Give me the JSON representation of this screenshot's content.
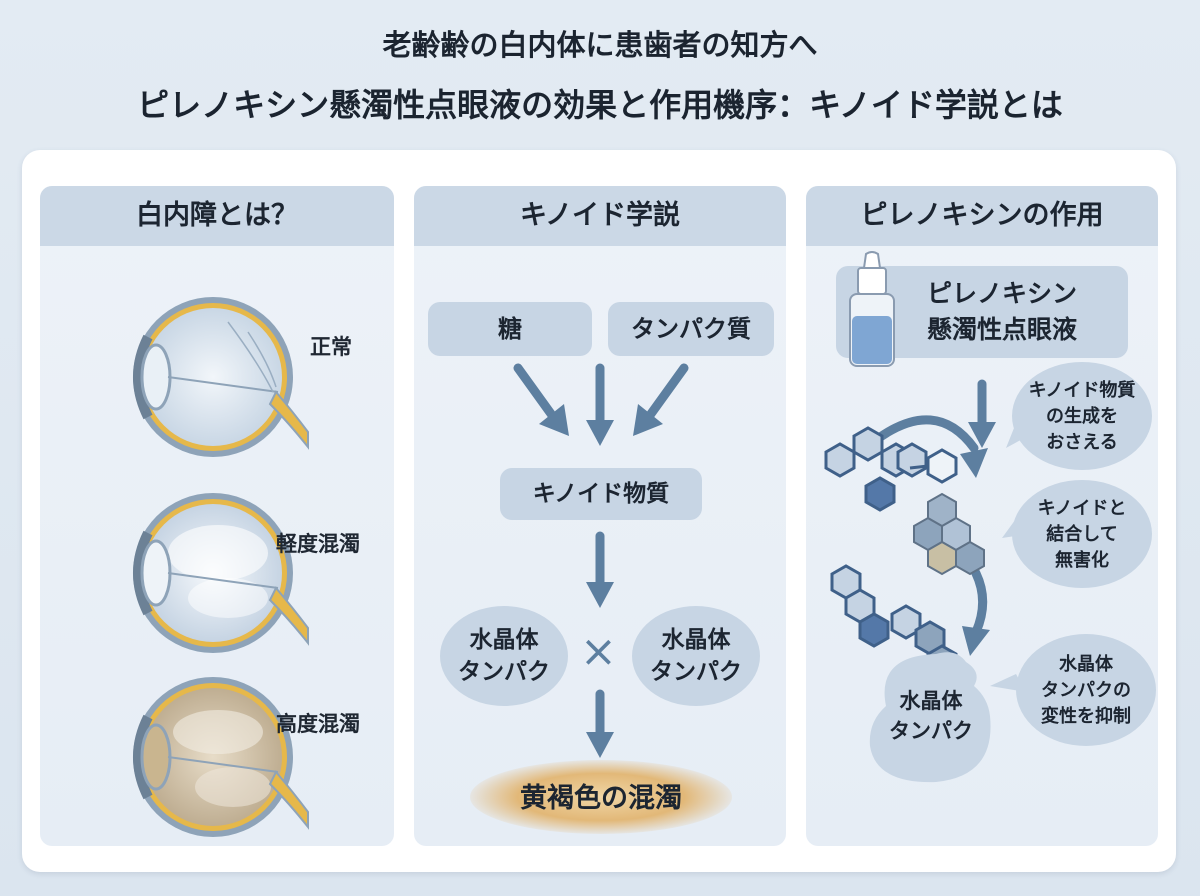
{
  "title_line1": "老齢齢の白内体に患歯者の知方へ",
  "title_line2": "ピレノキシン懸濁性点眼液の効果と作用機序：キノイド学説とは",
  "panels": {
    "cataract": {
      "header": "白内障とは？",
      "stages": [
        "正常",
        "軽度混濁",
        "高度混濁"
      ]
    },
    "quinoid": {
      "header": "キノイド学説",
      "sugar": "糖",
      "protein": "タンパク質",
      "quinoid_substance": "キノイド物質",
      "lens_protein_left": "水晶体\nタンパク",
      "lens_protein_right": "水晶体\nタンパク",
      "times": "×",
      "result": "黄褐色の混濁"
    },
    "pirenoxine": {
      "header": "ピレノキシンの作用",
      "drug_name": "ピレノキシン\n懸濁性点眼液",
      "callout1": "キノイド物質\nの生成を\nおさえる",
      "callout2": "キノイドと\n結合して\n無害化",
      "callout3": "水晶体\nタンパクの\n変性を抑制",
      "lens_protein": "水晶体\nタンパク"
    }
  },
  "colors": {
    "arrow": "#5d7fa0",
    "pill": "#c7d5e4",
    "header": "#cbd8e6",
    "lens_yellow": "#e8bf4f",
    "result_glow": "#e2b878"
  }
}
